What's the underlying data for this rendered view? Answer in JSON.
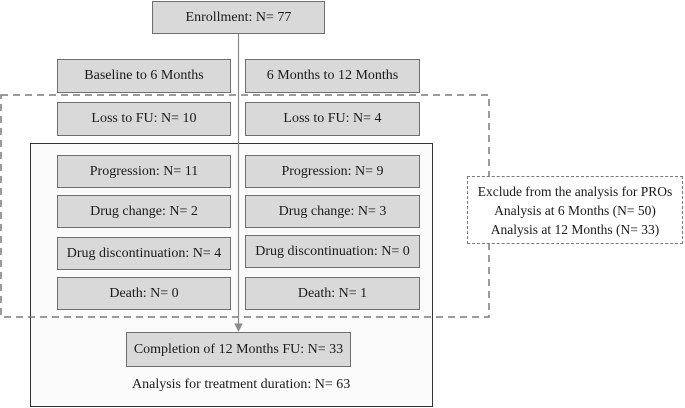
{
  "enrollment": "Enrollment: N= 77",
  "periods": {
    "left": "Baseline to 6 Months",
    "right": "6 Months to 12 Months"
  },
  "loss_to_fu": {
    "left": "Loss to FU: N= 10",
    "right": "Loss to FU: N= 4"
  },
  "progression": {
    "left": "Progression: N= 11",
    "right": "Progression: N= 9"
  },
  "drug_change": {
    "left": "Drug change: N= 2",
    "right": "Drug change: N= 3"
  },
  "drug_discontinuation": {
    "left": "Drug discontinuation: N= 4",
    "right": "Drug discontinuation: N= 0"
  },
  "death": {
    "left": "Death: N= 0",
    "right": "Death: N= 1"
  },
  "completion": "Completion of 12 Months FU: N= 33",
  "treatment_duration": "Analysis for treatment duration: N= 63",
  "exclusion": {
    "line1": "Exclude from the analysis for PROs",
    "line2": "Analysis at 6 Months (N= 50)",
    "line3": "Analysis at 12 Months (N= 33)"
  },
  "colors": {
    "box_fill": "#d9d9d9",
    "box_border": "#6e6e6e",
    "dashed": "#7a7a7a",
    "arrow": "#8a8a8a"
  }
}
